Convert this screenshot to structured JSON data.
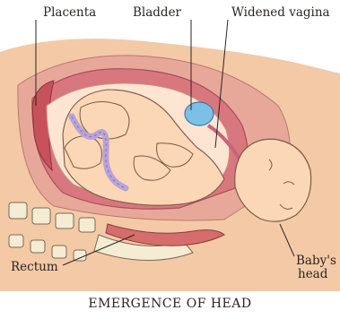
{
  "labels": {
    "placenta": "Placenta",
    "bladder": "Bladder",
    "vagina": "Widened vagina",
    "baby_head_line1": "Baby's",
    "baby_head_line2": "head",
    "rectum": "Rectum"
  },
  "caption": "EMERGENCE OF HEAD",
  "colors": {
    "outer_skin": "#f3c9a6",
    "body_wall": "#e7a89a",
    "uterus_wall": "#d9777e",
    "amniotic": "#fde5d2",
    "baby_skin": "#fbd7b5",
    "baby_outline": "#7a5a48",
    "cord": "#b9a3d8",
    "bladder": "#7cc0e6",
    "spine_bone": "#f5ecd4",
    "line": "#2a2522"
  }
}
